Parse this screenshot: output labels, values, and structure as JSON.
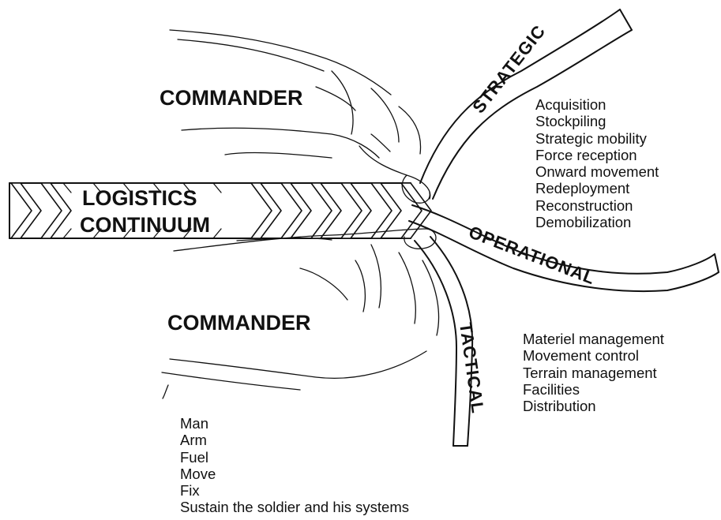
{
  "commander_top": "COMMANDER",
  "commander_bottom": "COMMANDER",
  "continuum_line1": "LOGISTICS",
  "continuum_line2": "CONTINUUM",
  "bands": {
    "strategic": "STRATEGIC",
    "operational": "OPERATIONAL",
    "tactical": "TACTICAL"
  },
  "strategic_operational_items": [
    "Acquisition",
    "Stockpiling",
    "Strategic mobility",
    "Force reception",
    "Onward movement",
    "Redeployment",
    "Reconstruction",
    "Demobilization"
  ],
  "tactical_items": [
    "Materiel management",
    "Movement control",
    "Terrain management",
    "Facilities",
    "Distribution"
  ],
  "soldier_items": [
    "Man",
    "Arm",
    "Fuel",
    "Move",
    "Fix",
    "Sustain the soldier and his systems"
  ]
}
